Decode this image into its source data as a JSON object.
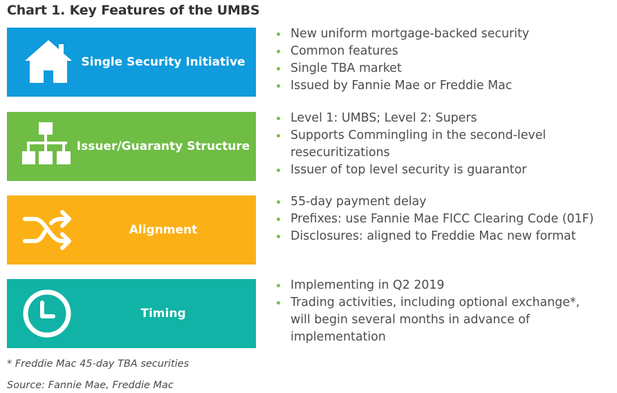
{
  "title": "Chart 1. Key Features of the UMBS",
  "rows": [
    {
      "label": "Single Security Initiative",
      "icon": "house-icon",
      "color": "#0f9bdc",
      "bullets": [
        "New uniform mortgage-backed security",
        "Common features",
        "Single TBA market",
        "Issued by Fannie Mae or Freddie Mac"
      ]
    },
    {
      "label": "Issuer/Guaranty Structure",
      "icon": "hierarchy-icon",
      "color": "#6fbd45",
      "bullets": [
        "Level 1: UMBS; Level 2: Supers",
        "Supports Commingling in the second-level resecuritizations",
        "Issuer of top level security is guarantor"
      ]
    },
    {
      "label": "Alignment",
      "icon": "shuffle-arrows-icon",
      "color": "#fbb116",
      "bullets": [
        "55-day payment delay",
        "Prefixes: use Fannie Mae FICC Clearing Code (01F)",
        "Disclosures: aligned to Freddie Mac new format"
      ]
    },
    {
      "label": "Timing",
      "icon": "clock-icon",
      "color": "#10b3a5",
      "bullets": [
        "Implementing in Q2 2019",
        "Trading activities, including optional exchange*, will begin several months in advance of implementation"
      ]
    }
  ],
  "footnote": "* Freddie Mac 45-day TBA securities",
  "source": "Source: Fannie Mae, Freddie Mac",
  "bullet_color": "#7dc143"
}
